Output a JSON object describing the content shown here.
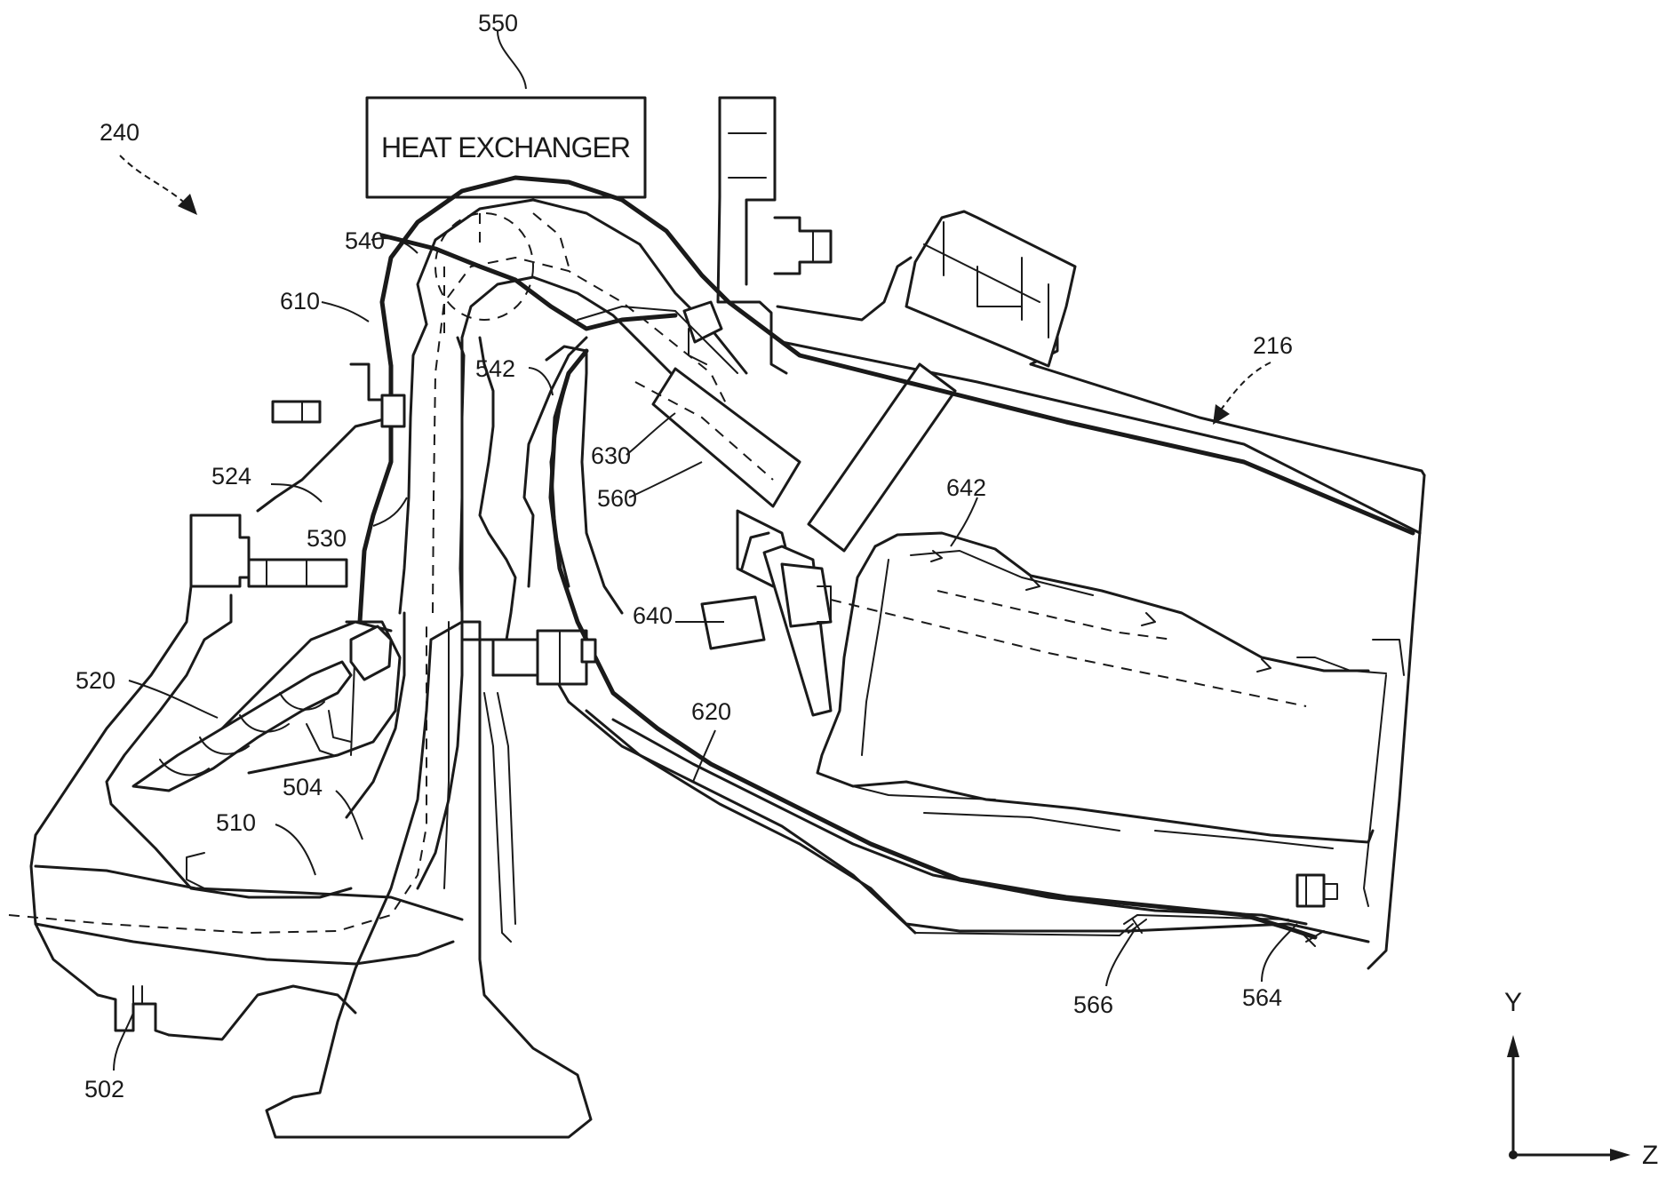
{
  "diagram": {
    "component_box_label": "HEAT EXCHANGER",
    "reference_labels": {
      "assembly": "240",
      "heat_exchanger": "550",
      "conduit_540": "540",
      "conduit_610": "610",
      "wall_542": "542",
      "part_524": "524",
      "part_530": "530",
      "part_520": "520",
      "part_504": "504",
      "part_510": "510",
      "part_502": "502",
      "part_630": "630",
      "part_560": "560",
      "part_640": "640",
      "part_642": "642",
      "conduit_620": "620",
      "part_566": "566",
      "part_564": "564",
      "casing_216": "216"
    },
    "axes": {
      "vertical": "Y",
      "horizontal": "Z"
    }
  }
}
